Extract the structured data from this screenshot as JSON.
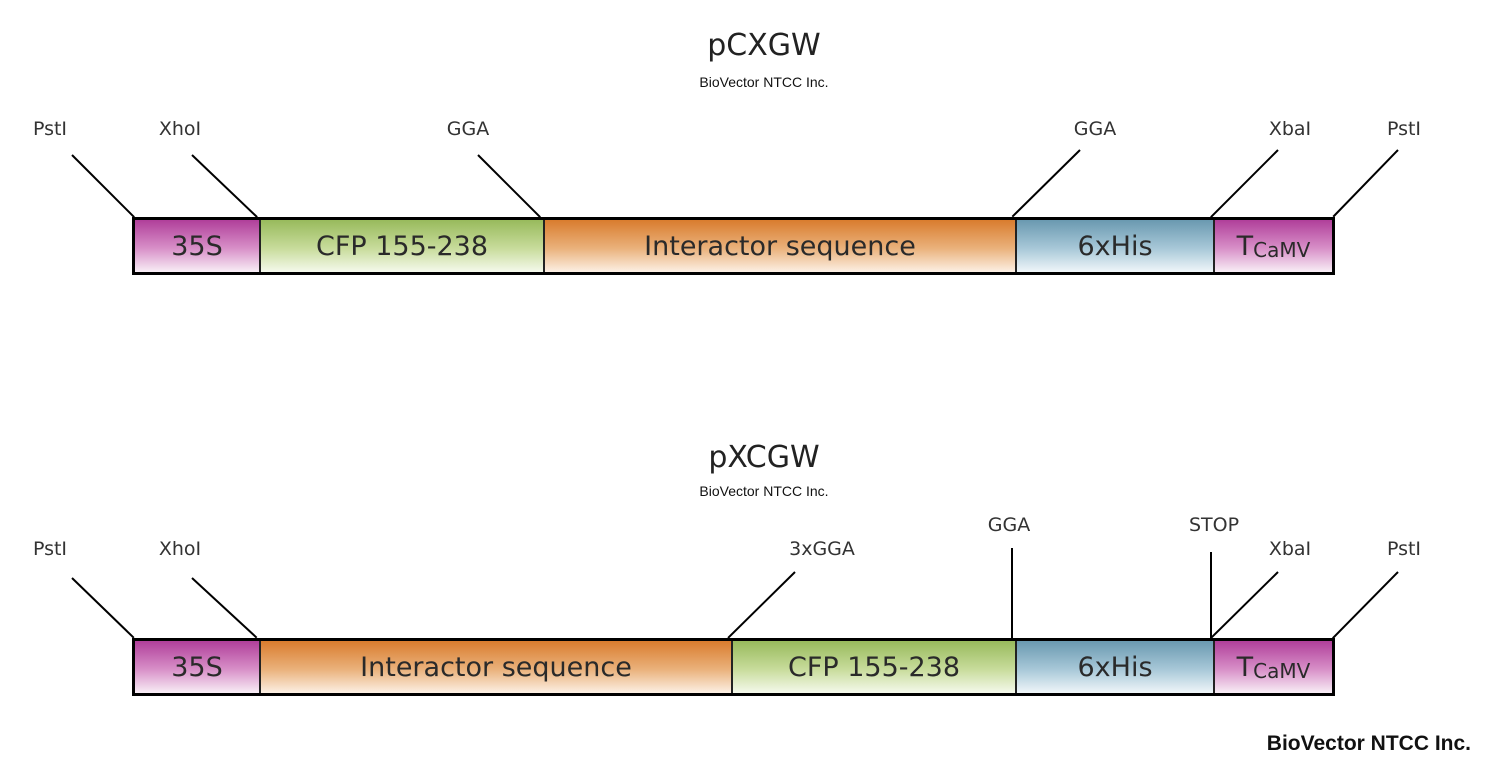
{
  "footer": "BioVector NTCC Inc.",
  "constructs": [
    {
      "title": "pCXGW",
      "subtitle": "BioVector NTCC Inc.",
      "sites": [
        "PstI",
        "XhoI",
        "GGA",
        "GGA",
        "XbaI",
        "PstI"
      ],
      "segments": [
        "35S",
        "CFP 155-238",
        "Interactor sequence",
        "6xHis"
      ],
      "terminator": {
        "main": "T",
        "sub": "CaMV"
      }
    },
    {
      "title": "pXCGW",
      "subtitle": "BioVector NTCC Inc.",
      "sites": [
        "PstI",
        "XhoI",
        "3xGGA",
        "GGA",
        "STOP",
        "XbaI",
        "PstI"
      ],
      "segments": [
        "35S",
        "Interactor sequence",
        "CFP 155-238",
        "6xHis"
      ],
      "terminator": {
        "main": "T",
        "sub": "CaMV"
      }
    }
  ]
}
